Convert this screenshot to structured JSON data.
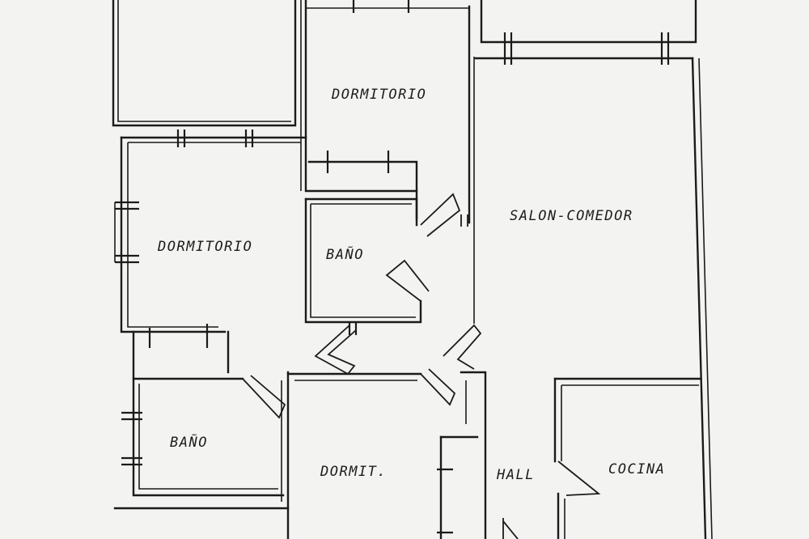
{
  "rooms": [
    {
      "key": "dorm_top",
      "label": "DORMITORIO"
    },
    {
      "key": "salon",
      "label": "SALON-COMEDOR"
    },
    {
      "key": "dorm_left",
      "label": "DORMITORIO"
    },
    {
      "key": "bano_center",
      "label": "BAÑO"
    },
    {
      "key": "bano_left",
      "label": "BAÑO"
    },
    {
      "key": "dormit",
      "label": "DORMIT."
    },
    {
      "key": "hall",
      "label": "HALL"
    },
    {
      "key": "cocina",
      "label": "COCINA"
    }
  ],
  "colors": {
    "ink": "#1b1b1b",
    "paper": "#f3f3f1"
  }
}
